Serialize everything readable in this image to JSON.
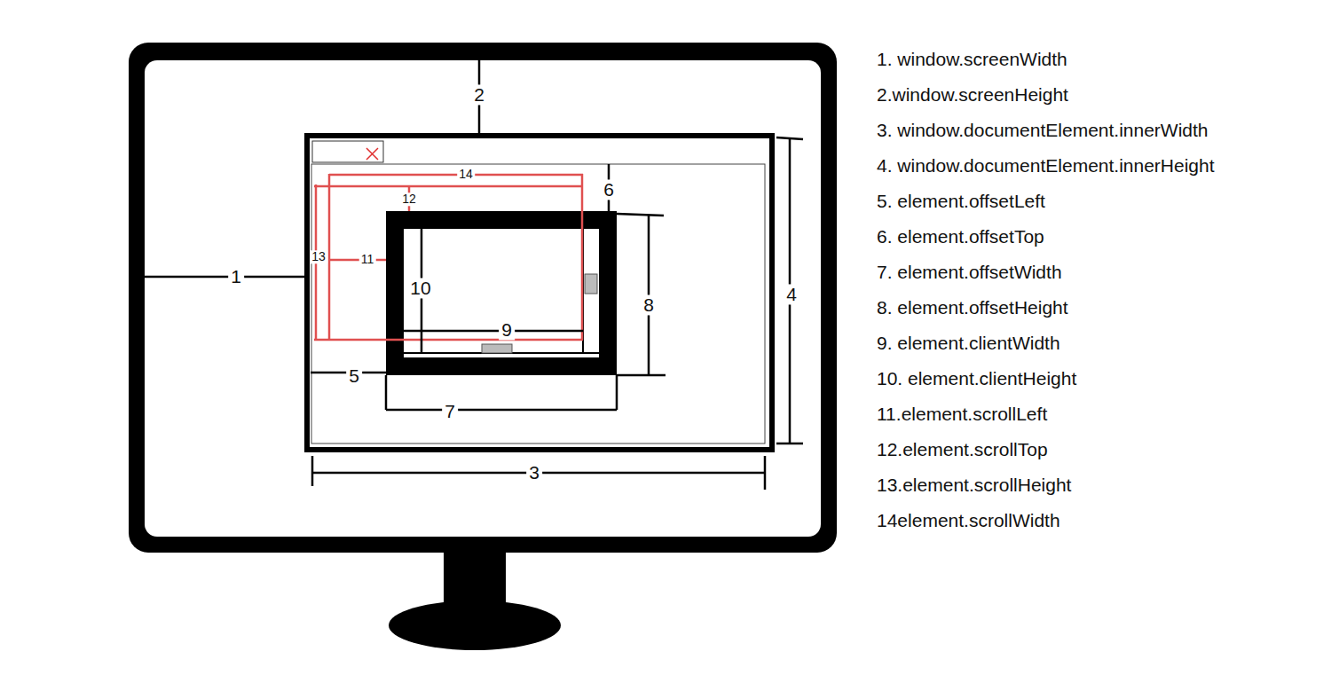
{
  "diagram": {
    "labels": [
      "1",
      "2",
      "3",
      "4",
      "5",
      "6",
      "7",
      "8",
      "9",
      "10",
      "11",
      "12",
      "13",
      "14",
      "1. window.screenWidth",
      "2.window.screenHeight",
      "3. window.documentElement.innerWidth",
      "4. window.documentElement.innerHeight",
      "5. element.offsetLeft",
      "6. element.offsetTop",
      "7. element.offsetWidth",
      "8. element.offsetHeight",
      "9. element.clientWidth",
      "10. element.clientHeight",
      "11.element.scrollLeft",
      "12.element.scrollTop",
      "13.element.scrollHeight",
      "14element.scrollWidth"
    ]
  }
}
